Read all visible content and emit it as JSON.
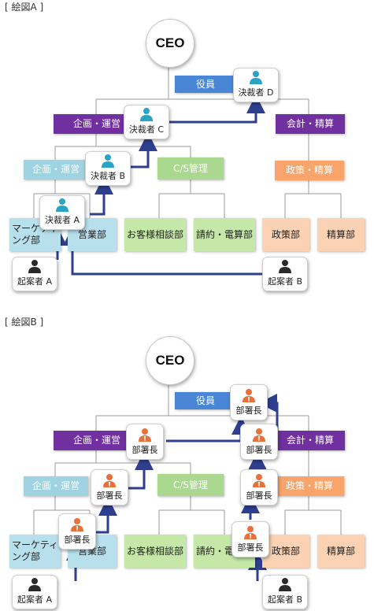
{
  "diagram_a": {
    "caption": "[ 絵図A ]",
    "ceo": "CEO",
    "exec": "役員",
    "plan_ops": "企画・運営",
    "accounting": "会計・精算",
    "plan_ops_sub": "企画・運営",
    "cs_mgmt": "C/S管理",
    "policy_settle": "政策・精算",
    "marketing": "マーケティング部",
    "sales": "営業部",
    "customer": "お客様相談部",
    "contract": "請約・電算部",
    "policy": "政策部",
    "settle": "精算部",
    "approver_d": "決裁者 D",
    "approver_c": "決裁者 C",
    "approver_b": "決裁者 B",
    "approver_a": "決裁者 A",
    "drafter_a": "起案者 A",
    "drafter_b": "起案者 B"
  },
  "diagram_b": {
    "caption": "[ 絵図B ]",
    "ceo": "CEO",
    "exec": "役員",
    "plan_ops": "企画・運営",
    "accounting": "会計・精算",
    "plan_ops_sub": "企画・運営",
    "cs_mgmt": "C/S管理",
    "policy_settle": "政策・精算",
    "marketing": "マーケティング部",
    "sales": "営業部",
    "customer": "お客様相談部",
    "contract": "請約・電算部",
    "policy": "政策部",
    "settle": "精算部",
    "head": "部署長",
    "drafter_a": "起案者 A",
    "drafter_b": "起案者 B"
  },
  "colors": {
    "exec": "#4a86d6",
    "division": "#7030a0",
    "sub_division": "#9fd3e0",
    "cs": "#a9d88e",
    "policy": "#f8a46a",
    "team_blue": "#b8e0ec",
    "team_green": "#c5e8a8",
    "team_peach": "#fbd3b4",
    "approval_line": "#2e3f8f",
    "approver_icon": "#2aa3c6",
    "head_icon": "#e8703a",
    "drafter_icon": "#2a2a2a"
  }
}
